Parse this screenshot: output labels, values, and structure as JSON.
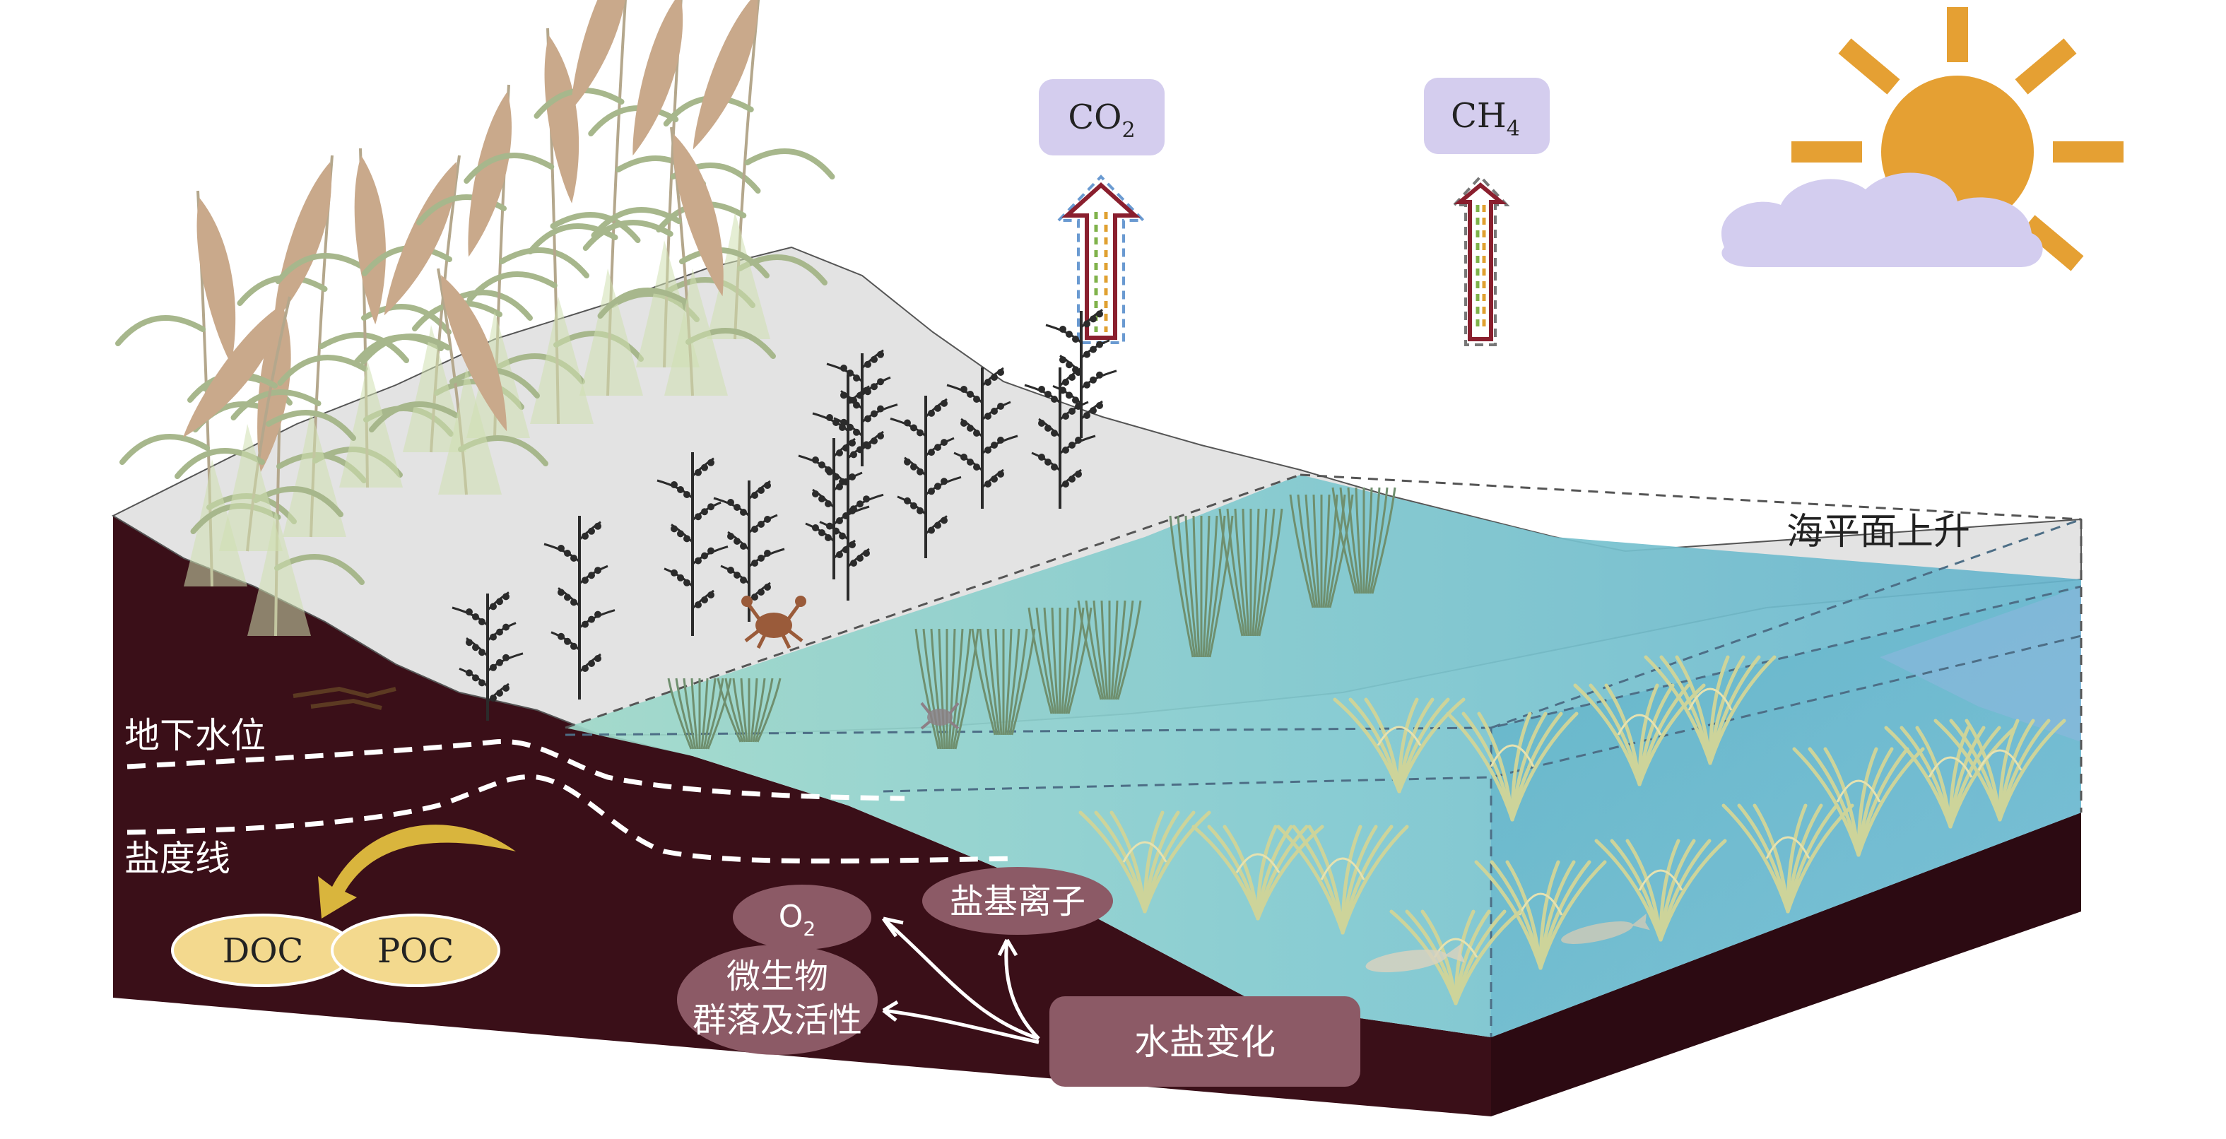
{
  "gases": {
    "co2": {
      "base": "CO",
      "sub": "2"
    },
    "ch4": {
      "base": "CH",
      "sub": "4"
    }
  },
  "labels": {
    "sea_level_rise": "海平面上升",
    "groundwater_level": "地下水位",
    "salinity_line": "盐度线",
    "doc": "DOC",
    "poc": "POC",
    "o2_base": "O",
    "o2_sub": "2",
    "salt_ions": "盐基离子",
    "microbe_line1": "微生物",
    "microbe_line2": "群落及活性",
    "water_salt_change": "水盐变化"
  },
  "colors": {
    "soil": "#3a0f18",
    "soil_side": "#2c0a12",
    "land_surface": "#e3e3e3",
    "water_light": "#a8dccd",
    "water_deep": "#5fb4c6",
    "gas_box": "#d4cdee",
    "sun": "#e5a033",
    "cloud": "#d3cdef",
    "org_carbon": "#f3d98e",
    "process_bubble": "#8c5a66",
    "reed_plume": "#c9a98b",
    "reed_leaf": "#a7b78c",
    "suaeda": "#2b2b2b",
    "seagrass": "#cdd49a"
  }
}
